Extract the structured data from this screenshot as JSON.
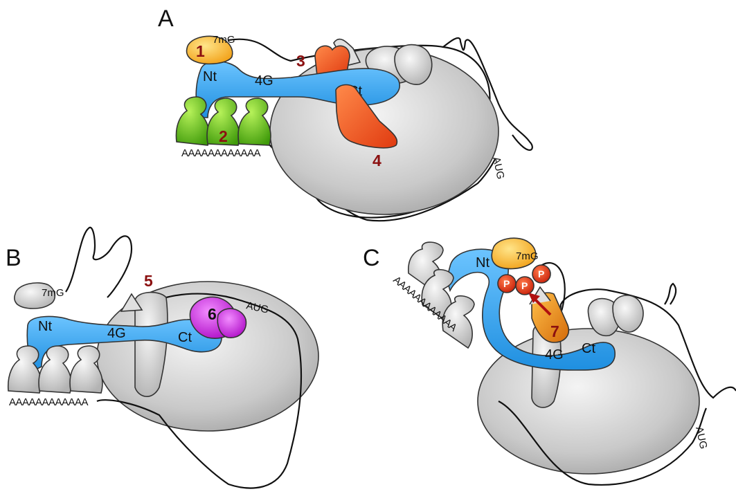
{
  "panels": {
    "A": {
      "letter": "A",
      "cap": "7mG",
      "nt": "Nt",
      "fourG": "4G",
      "ct": "Ct",
      "polyA": "AAAAAAAAAAAA",
      "aug": "AUG",
      "numbers": [
        "1",
        "2",
        "3",
        "4"
      ]
    },
    "B": {
      "letter": "B",
      "cap": "7mG",
      "nt": "Nt",
      "fourG": "4G",
      "ct": "Ct",
      "polyA": "AAAAAAAAAAAA",
      "aug": "AUG",
      "numbers": [
        "5",
        "6"
      ]
    },
    "C": {
      "letter": "C",
      "cap": "7mG",
      "nt": "Nt",
      "fourG": "4G",
      "ct": "Ct",
      "polyA": "AAAAAAAAAAAA",
      "aug": "AUG",
      "phospho": [
        "P",
        "P",
        "P"
      ],
      "numbers": [
        "7"
      ]
    }
  },
  "colors": {
    "ribosome": "#cfcfcf",
    "eIF4G": "#2e9be6",
    "eIF4E": "#f5b828",
    "PABP_green": "#6cbf1a",
    "eIF4A_red": "#e8501a",
    "eIF3_orange": "#e8501a",
    "purple": "#c21fd6",
    "kinase": "#e8901a",
    "phospho": "#d62a10",
    "number_red": "#8b1010"
  }
}
